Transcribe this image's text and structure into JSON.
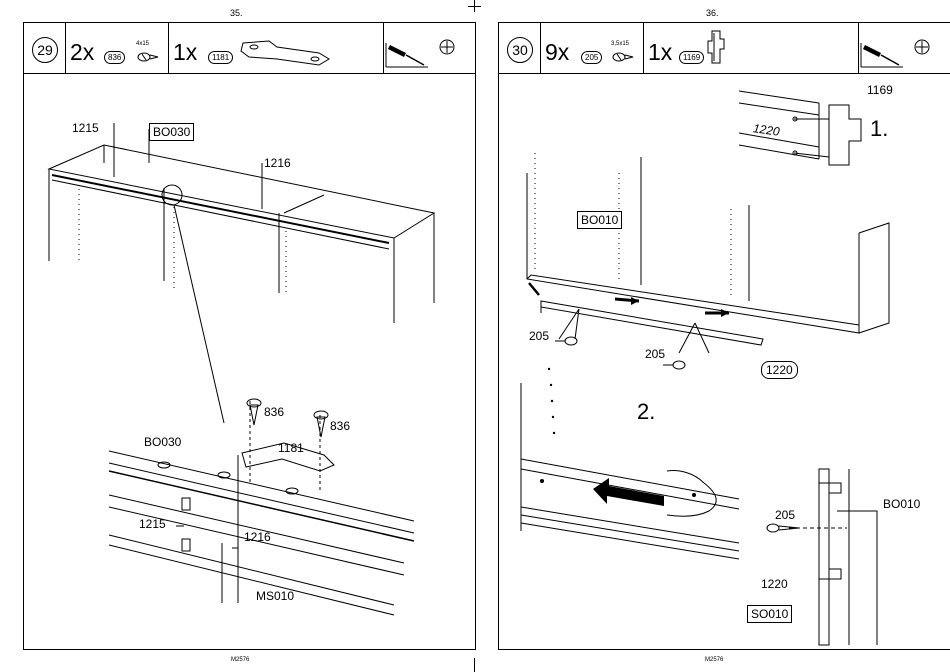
{
  "pages": {
    "left_number": "35.",
    "right_number": "36.",
    "left_footer": "M2576",
    "right_footer": "M2576"
  },
  "step29": {
    "step": "29",
    "screw_qty": "2x",
    "screw_part": "836",
    "screw_size": "4x15",
    "bracket_qty": "1x",
    "bracket_part": "1181",
    "tools": [
      "screwdriver-icon",
      "phillips-head-icon"
    ],
    "labels": {
      "part_1215_top": "1215",
      "bo030_top": "BO030",
      "part_1216_top": "1216",
      "screw_836_a": "836",
      "screw_836_b": "836",
      "bracket_1181": "1181",
      "bo030_detail": "BO030",
      "part_1215_detail": "1215",
      "part_1216_detail": "1216",
      "ms010": "MS010"
    }
  },
  "step30": {
    "step": "30",
    "screw_qty": "9x",
    "screw_part": "205",
    "screw_size": "3,5x15",
    "clip_qty": "1x",
    "clip_part": "1169",
    "tools": [
      "screwdriver-icon",
      "phillips-head-icon"
    ],
    "labels": {
      "part_1169": "1169",
      "part_1220_rail": "1220",
      "substep_1": "1.",
      "bo010_main": "BO010",
      "screw_205_a": "205",
      "screw_205_b": "205",
      "part_1220_box": "1220",
      "substep_2": "2.",
      "screw_205_section": "205",
      "bo010_section": "BO010",
      "part_1220_section": "1220",
      "so010": "SO010"
    }
  }
}
